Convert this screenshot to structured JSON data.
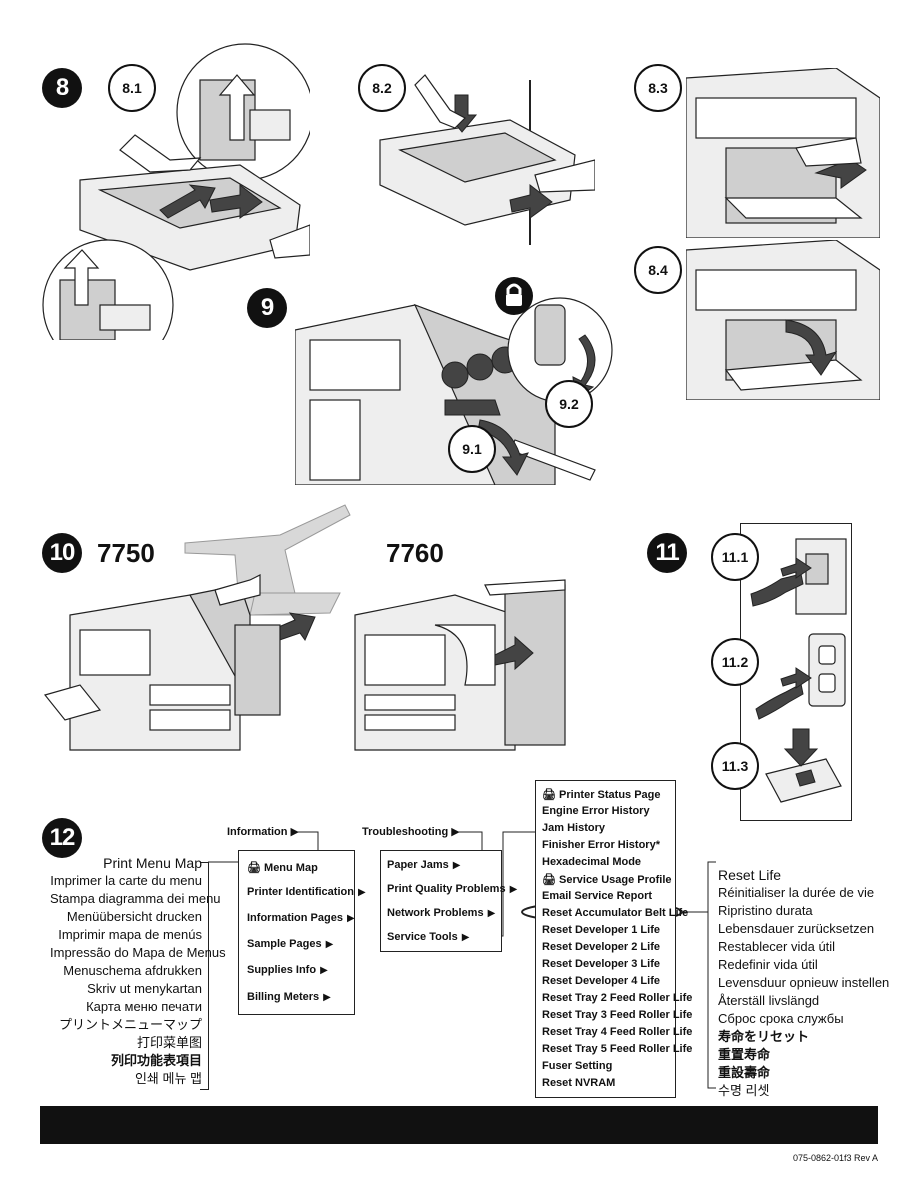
{
  "steps": {
    "s8": "8",
    "s8_1": "8.1",
    "s8_2": "8.2",
    "s8_3": "8.3",
    "s8_4": "8.4",
    "s9": "9",
    "s9_1": "9.1",
    "s9_2": "9.2",
    "s10": "10",
    "s11": "11",
    "s11_1": "11.1",
    "s11_2": "11.2",
    "s11_3": "11.3",
    "s12": "12"
  },
  "models": {
    "a": "7750",
    "b": "7760"
  },
  "menu_map": {
    "lead": "Print Menu Map",
    "translations": [
      "Imprimer la carte du menu",
      "Stampa diagramma dei menu",
      "Menüübersicht drucken",
      "Imprimir mapa de menús",
      "Impressão do Mapa de Menus",
      "Menuschema afdrukken",
      "Skriv ut menykartan",
      "Карта меню печати",
      "プリントメニューマップ",
      "打印菜单图",
      "列印功能表項目",
      "인쇄 메뉴 맵"
    ]
  },
  "panels": {
    "information_label": "Information",
    "troubleshooting_label": "Troubleshooting",
    "information_items": [
      "Menu Map",
      "Printer Identification",
      "Information Pages",
      "Sample Pages",
      "Supplies Info",
      "Billing Meters"
    ],
    "troubleshooting_items": [
      "Paper Jams",
      "Print Quality Problems",
      "Network Problems",
      "Service Tools"
    ],
    "service_items": [
      "Printer Status Page",
      "Engine Error History",
      "Jam History",
      "Finisher Error History*",
      "Hexadecimal Mode",
      "Service Usage Profile",
      "Email Service Report",
      "Reset Accumulator Belt Life",
      "Reset Developer 1 Life",
      "Reset Developer 2 Life",
      "Reset Developer 3 Life",
      "Reset Developer 4 Life",
      "Reset Tray 2 Feed Roller Life",
      "Reset Tray 3 Feed Roller Life",
      "Reset Tray 4 Feed Roller Life",
      "Reset Tray 5 Feed Roller Life",
      "Fuser Setting",
      "Reset NVRAM"
    ]
  },
  "reset_life": {
    "lead": "Reset Life",
    "translations": [
      "Réinitialiser la durée de vie",
      "Ripristino durata",
      "Lebensdauer zurücksetzen",
      "Restablecer vida útil",
      "Redefinir vida útil",
      "Levensduur opnieuw instellen",
      "Återställ livslängd",
      "Сброс срока службы",
      "寿命をリセット",
      "重置寿命",
      "重設壽命",
      "수명 리셋"
    ]
  },
  "footer": {
    "doc_number": "075-0862-01f3 Rev A"
  },
  "colors": {
    "black_bar": "#111111",
    "art_gray": "#cfcfcf"
  }
}
